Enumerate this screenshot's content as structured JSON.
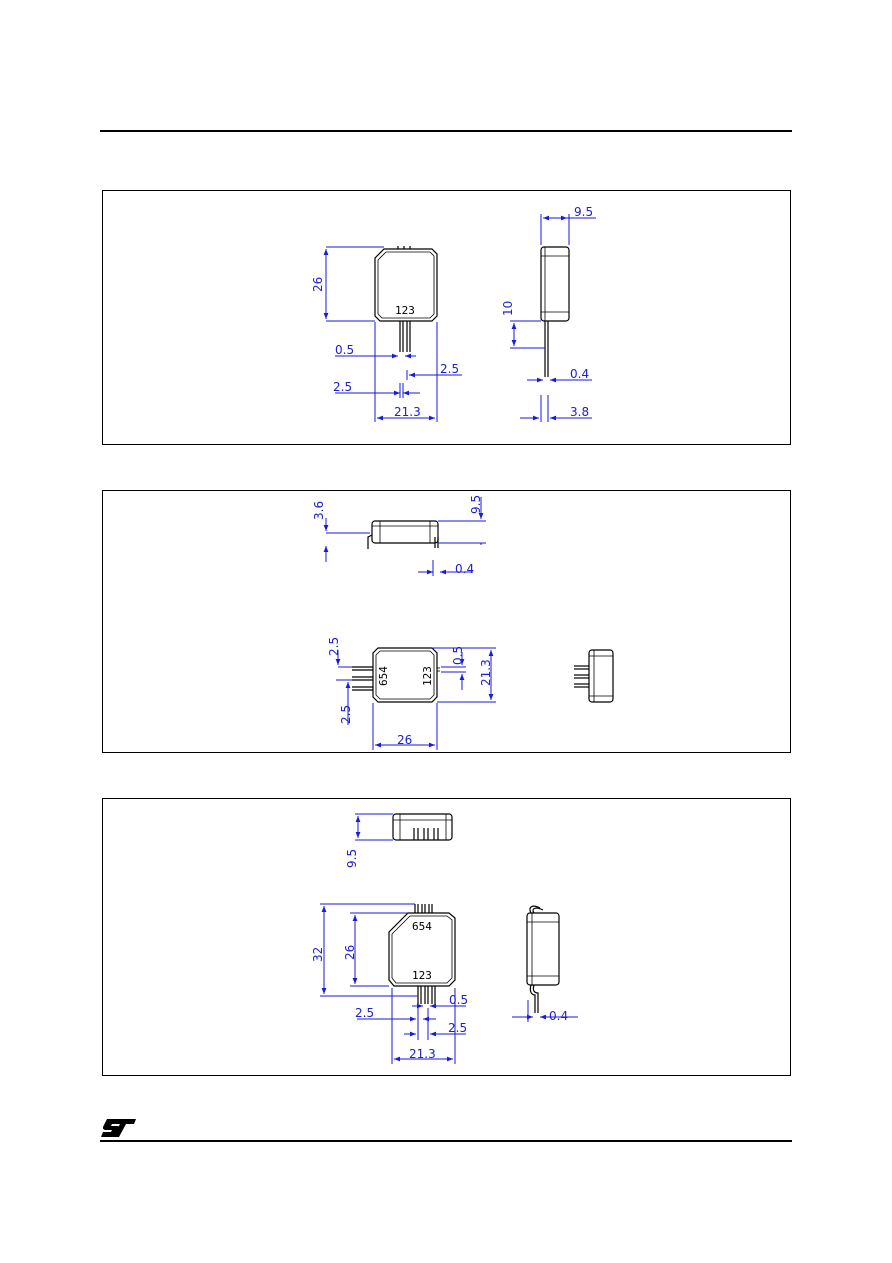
{
  "colors": {
    "dimension": "#1a1ad8",
    "outline": "#000000"
  },
  "logo": {
    "icon": "st-logo-icon"
  },
  "panel1": {
    "front": {
      "height": "26",
      "pin_width": "0.5",
      "pitch_right": "2.5",
      "pitch_left": "2.5",
      "width": "21.3",
      "pins": "123"
    },
    "side": {
      "depth": "9.5",
      "lead_length": "10",
      "lead_thickness": "0.4",
      "offset": "3.8"
    }
  },
  "panel2": {
    "top": {
      "height": "3.6",
      "depth": "9.5",
      "lead": "0.4"
    },
    "front": {
      "pitch_top": "2.5",
      "pitch_bottom": "2.5",
      "pin_width": "0.5",
      "width": "21.3",
      "length": "26",
      "pins_left": "654",
      "pins_right": "123"
    }
  },
  "panel3": {
    "top": {
      "depth": "9.5"
    },
    "front": {
      "overall": "32",
      "body": "26",
      "pins_top": "654",
      "pins_bottom": "123",
      "pitch_left": "2.5",
      "pin_width": "0.5",
      "pitch_right": "2.5",
      "width": "21.3"
    },
    "side": {
      "lead": "0.4"
    }
  }
}
